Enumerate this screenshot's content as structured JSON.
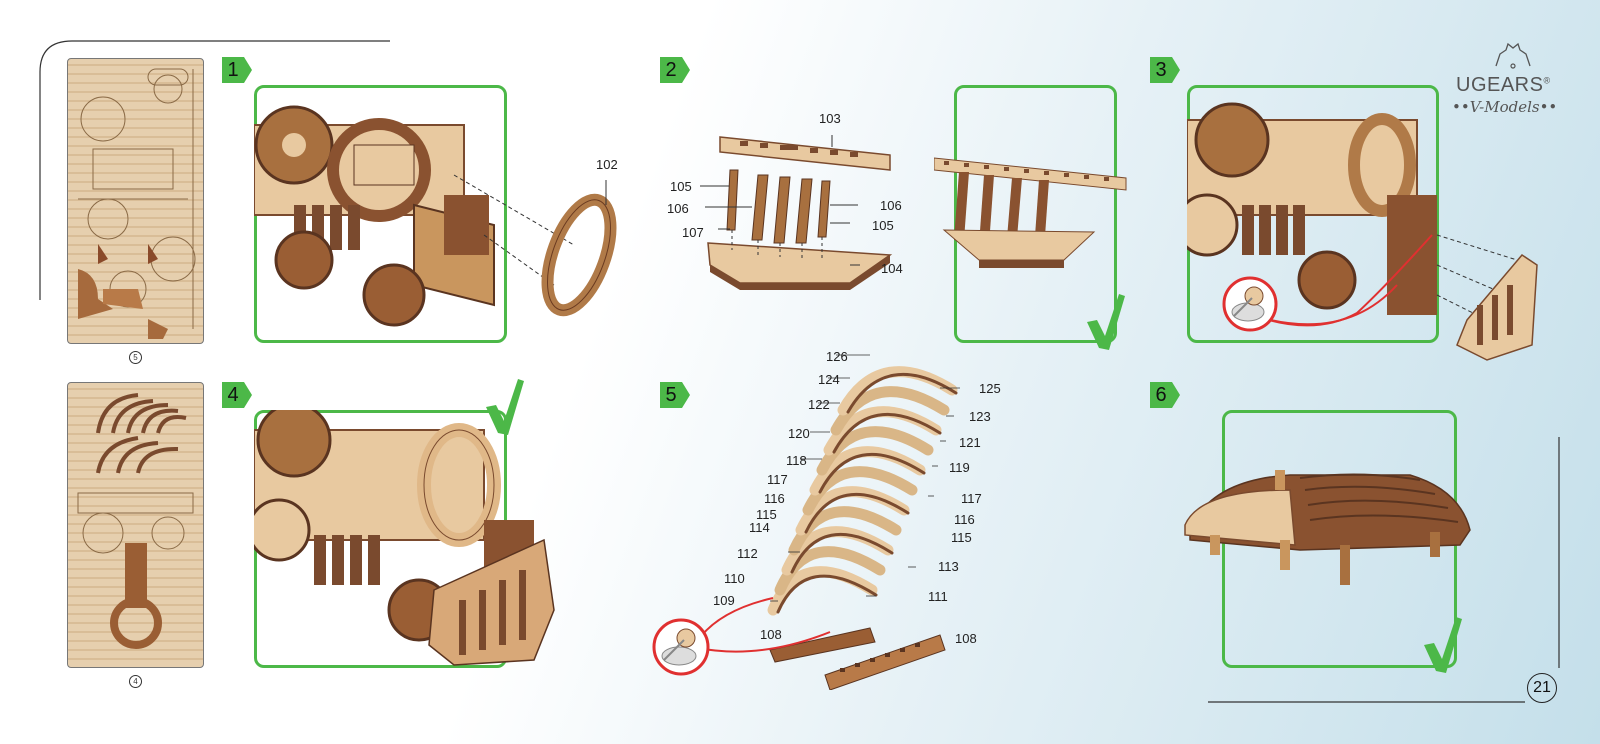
{
  "brand": {
    "name": "UGEARS",
    "registered": "®",
    "tagline": "••V-Models••"
  },
  "page_number": "21",
  "sheets": [
    {
      "number": "5"
    },
    {
      "number": "4"
    }
  ],
  "steps": [
    {
      "number": "1",
      "labels": [
        "102"
      ]
    },
    {
      "number": "2",
      "labels": [
        "103",
        "105",
        "106",
        "106",
        "105",
        "107",
        "104"
      ]
    },
    {
      "number": "3",
      "labels": []
    },
    {
      "number": "4",
      "labels": []
    },
    {
      "number": "5",
      "labels": [
        "126",
        "125",
        "124",
        "123",
        "122",
        "121",
        "120",
        "119",
        "118",
        "117",
        "117",
        "116",
        "116",
        "115",
        "115",
        "114",
        "113",
        "112",
        "111",
        "110",
        "109",
        "108",
        "108"
      ]
    },
    {
      "number": "6",
      "labels": []
    }
  ],
  "colors": {
    "accent_green": "#4cb848",
    "wood_light": "#e8c9a0",
    "wood_dark": "#7a4a2e",
    "glue_red": "#e03030"
  },
  "icons": [
    "checkmark-icon",
    "glue-pot-icon",
    "gear-logo-icon"
  ]
}
